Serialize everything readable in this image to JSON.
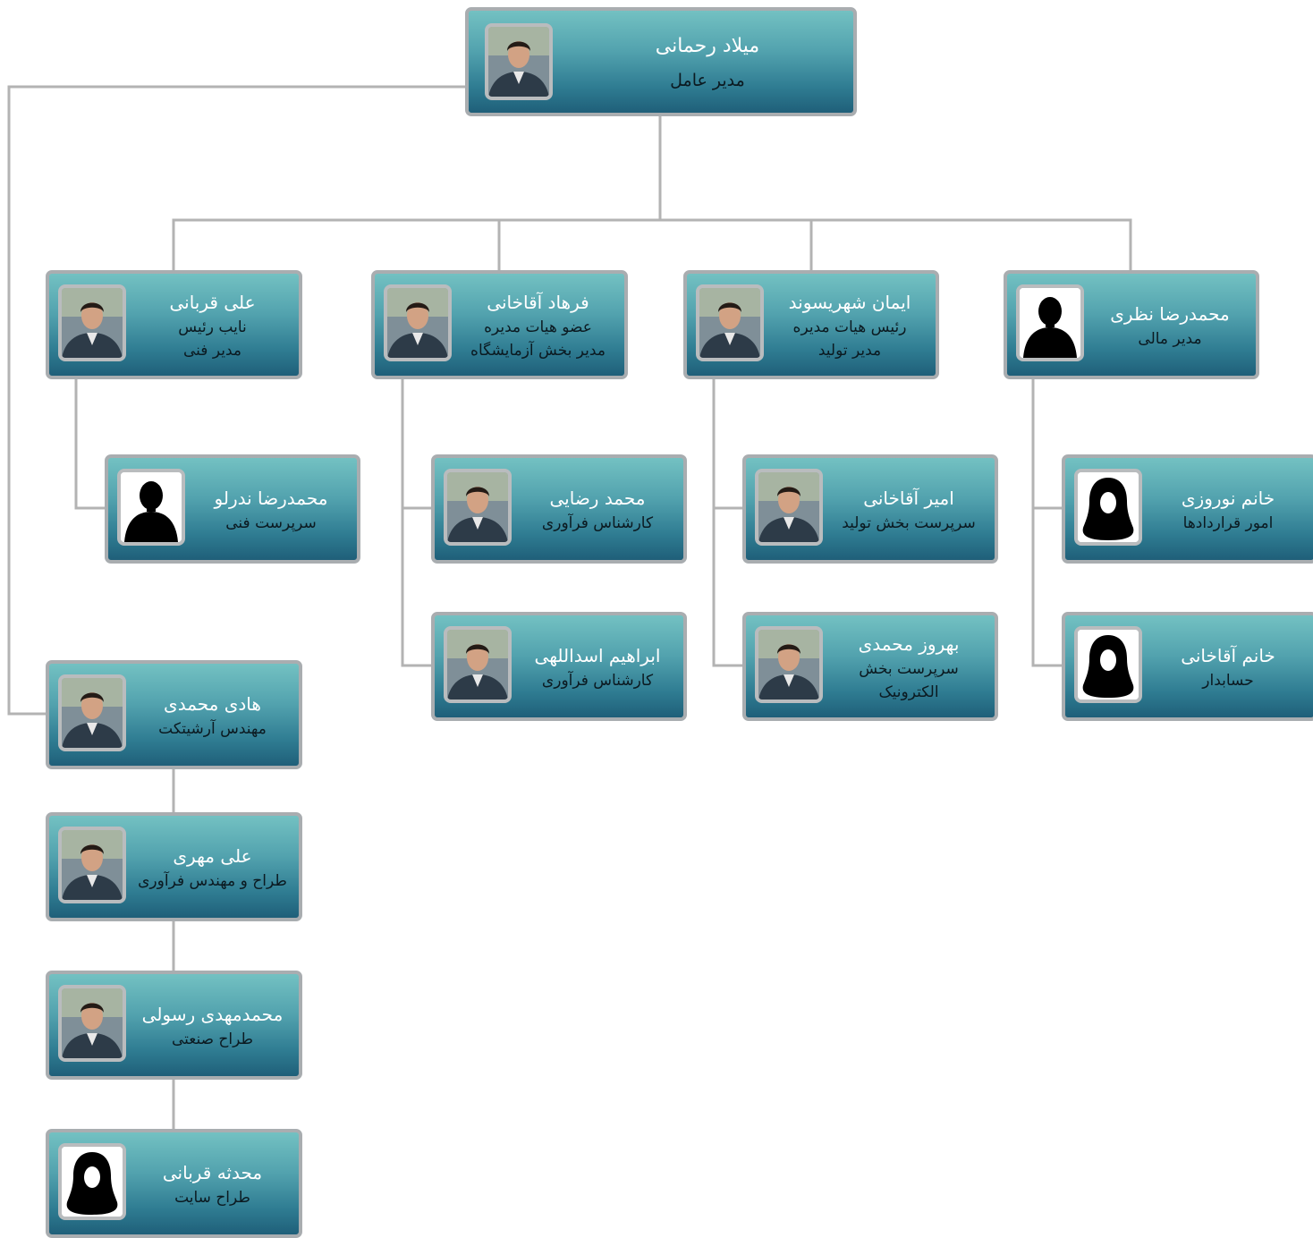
{
  "ceo": {
    "name": "میلاد رحمانی",
    "roles": [
      "مدیر عامل"
    ],
    "avatar": "photo"
  },
  "managers": [
    {
      "name": "محمدرضا نظری",
      "roles": [
        "مدیر مالی"
      ],
      "avatar": "male-silhouette",
      "reports": [
        {
          "name": "خانم نوروزی",
          "roles": [
            "امور قراردادها"
          ],
          "avatar": "female-silhouette"
        },
        {
          "name": "خانم آقاخانی",
          "roles": [
            "حسابدار"
          ],
          "avatar": "female-silhouette"
        }
      ]
    },
    {
      "name": "ایمان شهریسوند",
      "roles": [
        "رئیس هیات مدیره",
        "مدیر تولید"
      ],
      "avatar": "photo",
      "reports": [
        {
          "name": "امیر آقاخانی",
          "roles": [
            "سرپرست بخش تولید"
          ],
          "avatar": "photo"
        },
        {
          "name": "بهروز محمدی",
          "roles": [
            "سرپرست بخش",
            "الکترونیک"
          ],
          "avatar": "photo"
        }
      ]
    },
    {
      "name": "فرهاد آقاخانی",
      "roles": [
        "عضو هیات مدیره",
        "مدیر بخش آزمایشگاه"
      ],
      "avatar": "photo",
      "reports": [
        {
          "name": "محمد رضایی",
          "roles": [
            "کارشناس فرآوری"
          ],
          "avatar": "photo"
        },
        {
          "name": "ابراهیم اسداللهی",
          "roles": [
            "کارشناس فرآوری"
          ],
          "avatar": "photo"
        }
      ]
    },
    {
      "name": "علی قربانی",
      "roles": [
        "نایب رئیس",
        "مدیر فنی"
      ],
      "avatar": "photo",
      "reports": [
        {
          "name": "محمدرضا ندرلو",
          "roles": [
            "سرپرست فنی"
          ],
          "avatar": "male-silhouette"
        }
      ]
    }
  ],
  "design_chain": [
    {
      "name": "هادی محمدی",
      "roles": [
        "مهندس آرشیتکت"
      ],
      "avatar": "photo"
    },
    {
      "name": "علی مهری",
      "roles": [
        "طراح و مهندس فرآوری"
      ],
      "avatar": "photo"
    },
    {
      "name": "محمدمهدی رسولی",
      "roles": [
        "طراح صنعتی"
      ],
      "avatar": "photo"
    },
    {
      "name": "محدثه قربانی",
      "roles": [
        "طراح سایت"
      ],
      "avatar": "female-silhouette"
    }
  ]
}
